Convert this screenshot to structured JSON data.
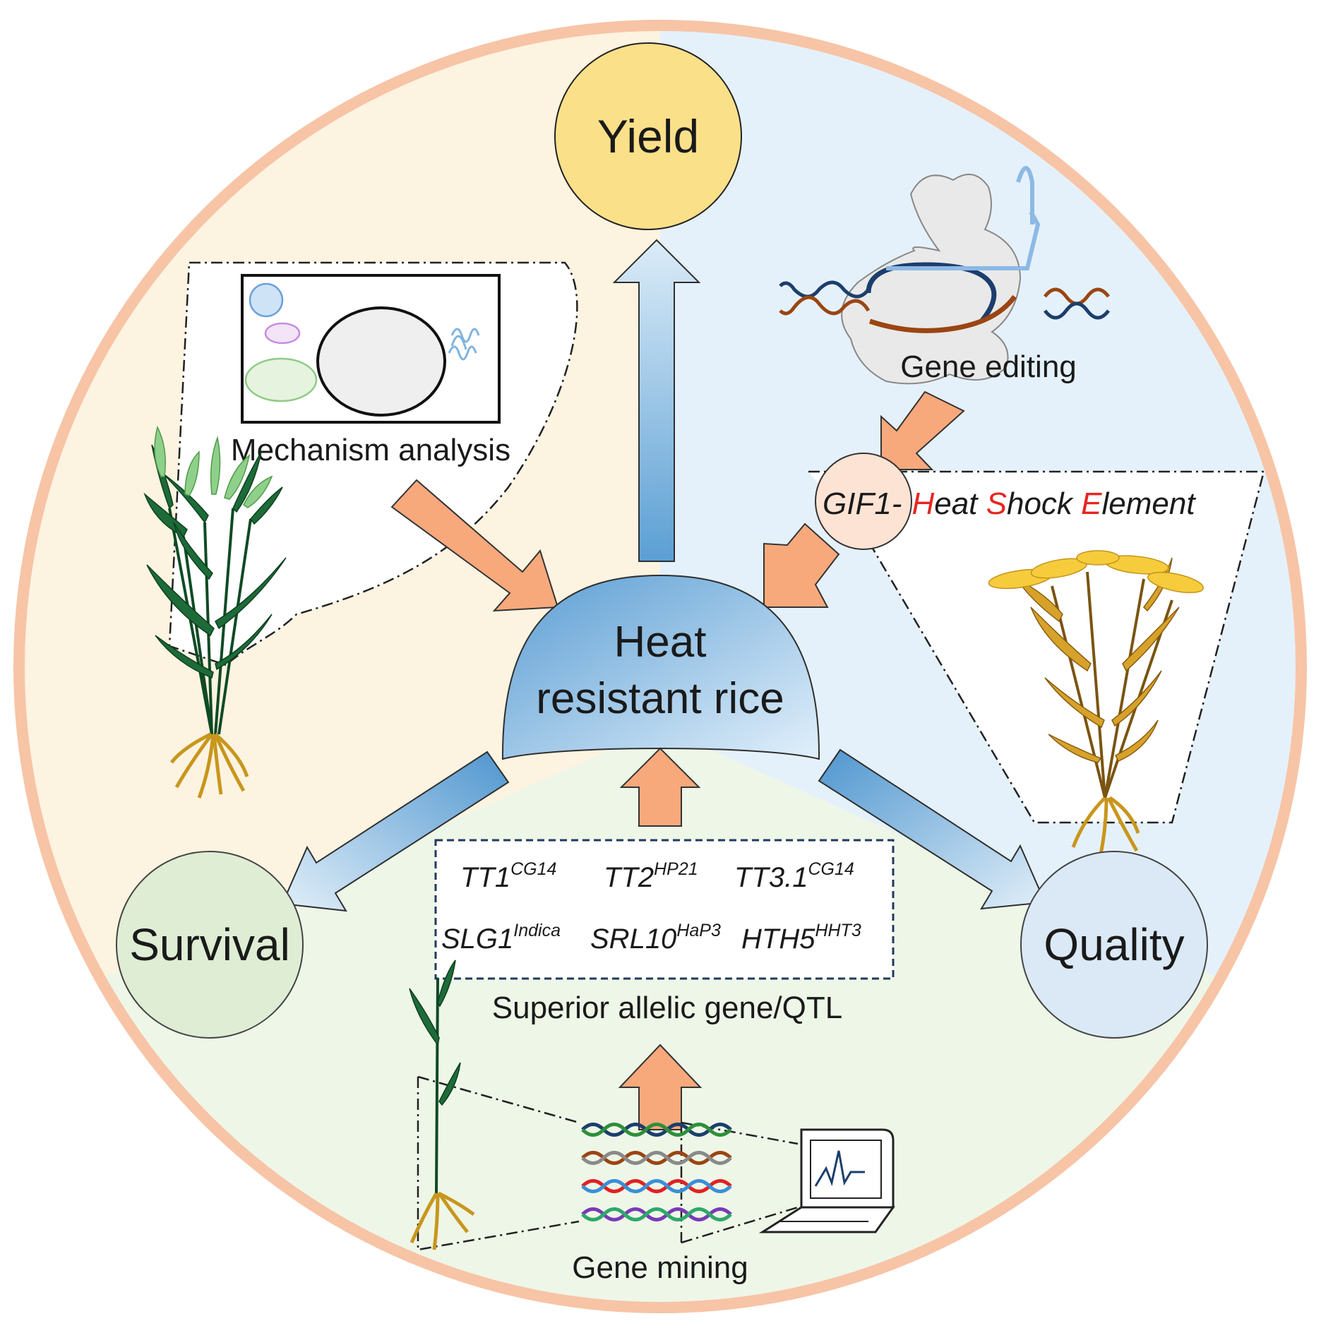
{
  "center": {
    "line1": "Heat",
    "line2": "resistant rice"
  },
  "outcomes": {
    "yield": "Yield",
    "survival": "Survival",
    "quality": "Quality"
  },
  "mechanism": {
    "label": "Mechanism analysis"
  },
  "gene_editing": {
    "label": "Gene editing"
  },
  "hse": {
    "gif1": "GIF1-",
    "h": "H",
    "eat": "eat ",
    "s": "S",
    "hock": "hock ",
    "e": "E",
    "lement": "lement"
  },
  "alleles": {
    "tt1": "TT1",
    "tt1_sup": "CG14",
    "tt2": "TT2",
    "tt2_sup": "HP21",
    "tt3": "TT3.1",
    "tt3_sup": "CG14",
    "slg1": "SLG1",
    "slg1_sup": "Indica",
    "srl10": "SRL10",
    "srl10_sup": "HaP3",
    "hth5": "HTH5",
    "hth5_sup": "HHT3"
  },
  "qtl": {
    "label": "Superior allelic gene/QTL"
  },
  "gene_mining": {
    "label": "Gene mining"
  },
  "colors": {
    "ring": "#f7c4a6",
    "quadrant_left": "#fdf3e1",
    "quadrant_right": "#e5f1fa",
    "quadrant_bottom": "#eef6e8",
    "yield": "#fbe08a",
    "survival": "#deedd4",
    "quality": "#dbe9f6",
    "orange_arrow": "#f7a97c",
    "blue_arrow": "#6aa8d8",
    "hse_red": "#e6261f"
  }
}
